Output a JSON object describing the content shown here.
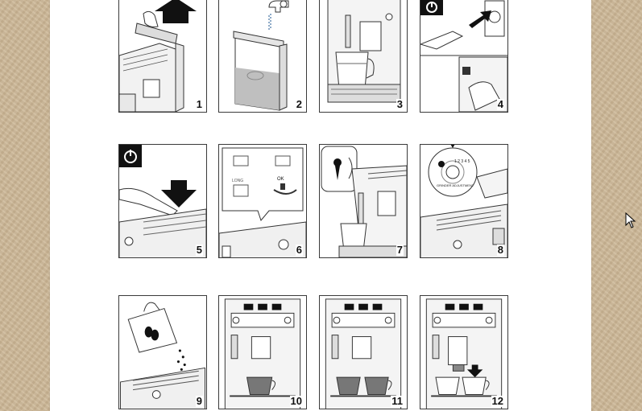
{
  "document": {
    "type": "instruction-illustrations",
    "steps": [
      {
        "number": "1"
      },
      {
        "number": "2"
      },
      {
        "number": "3"
      },
      {
        "number": "4"
      },
      {
        "number": "5"
      },
      {
        "number": "6"
      },
      {
        "number": "7"
      },
      {
        "number": "8"
      },
      {
        "number": "9"
      },
      {
        "number": "10"
      },
      {
        "number": "11"
      },
      {
        "number": "12"
      }
    ],
    "dial_label": "GRINDER ADJUSTMENT",
    "dial_numbers": "1 2 3 4 5",
    "ok_label": "OK",
    "long_label": "LONG"
  },
  "colors": {
    "background": "#cdb898",
    "page": "#ffffff",
    "line": "#3a3a3a"
  }
}
